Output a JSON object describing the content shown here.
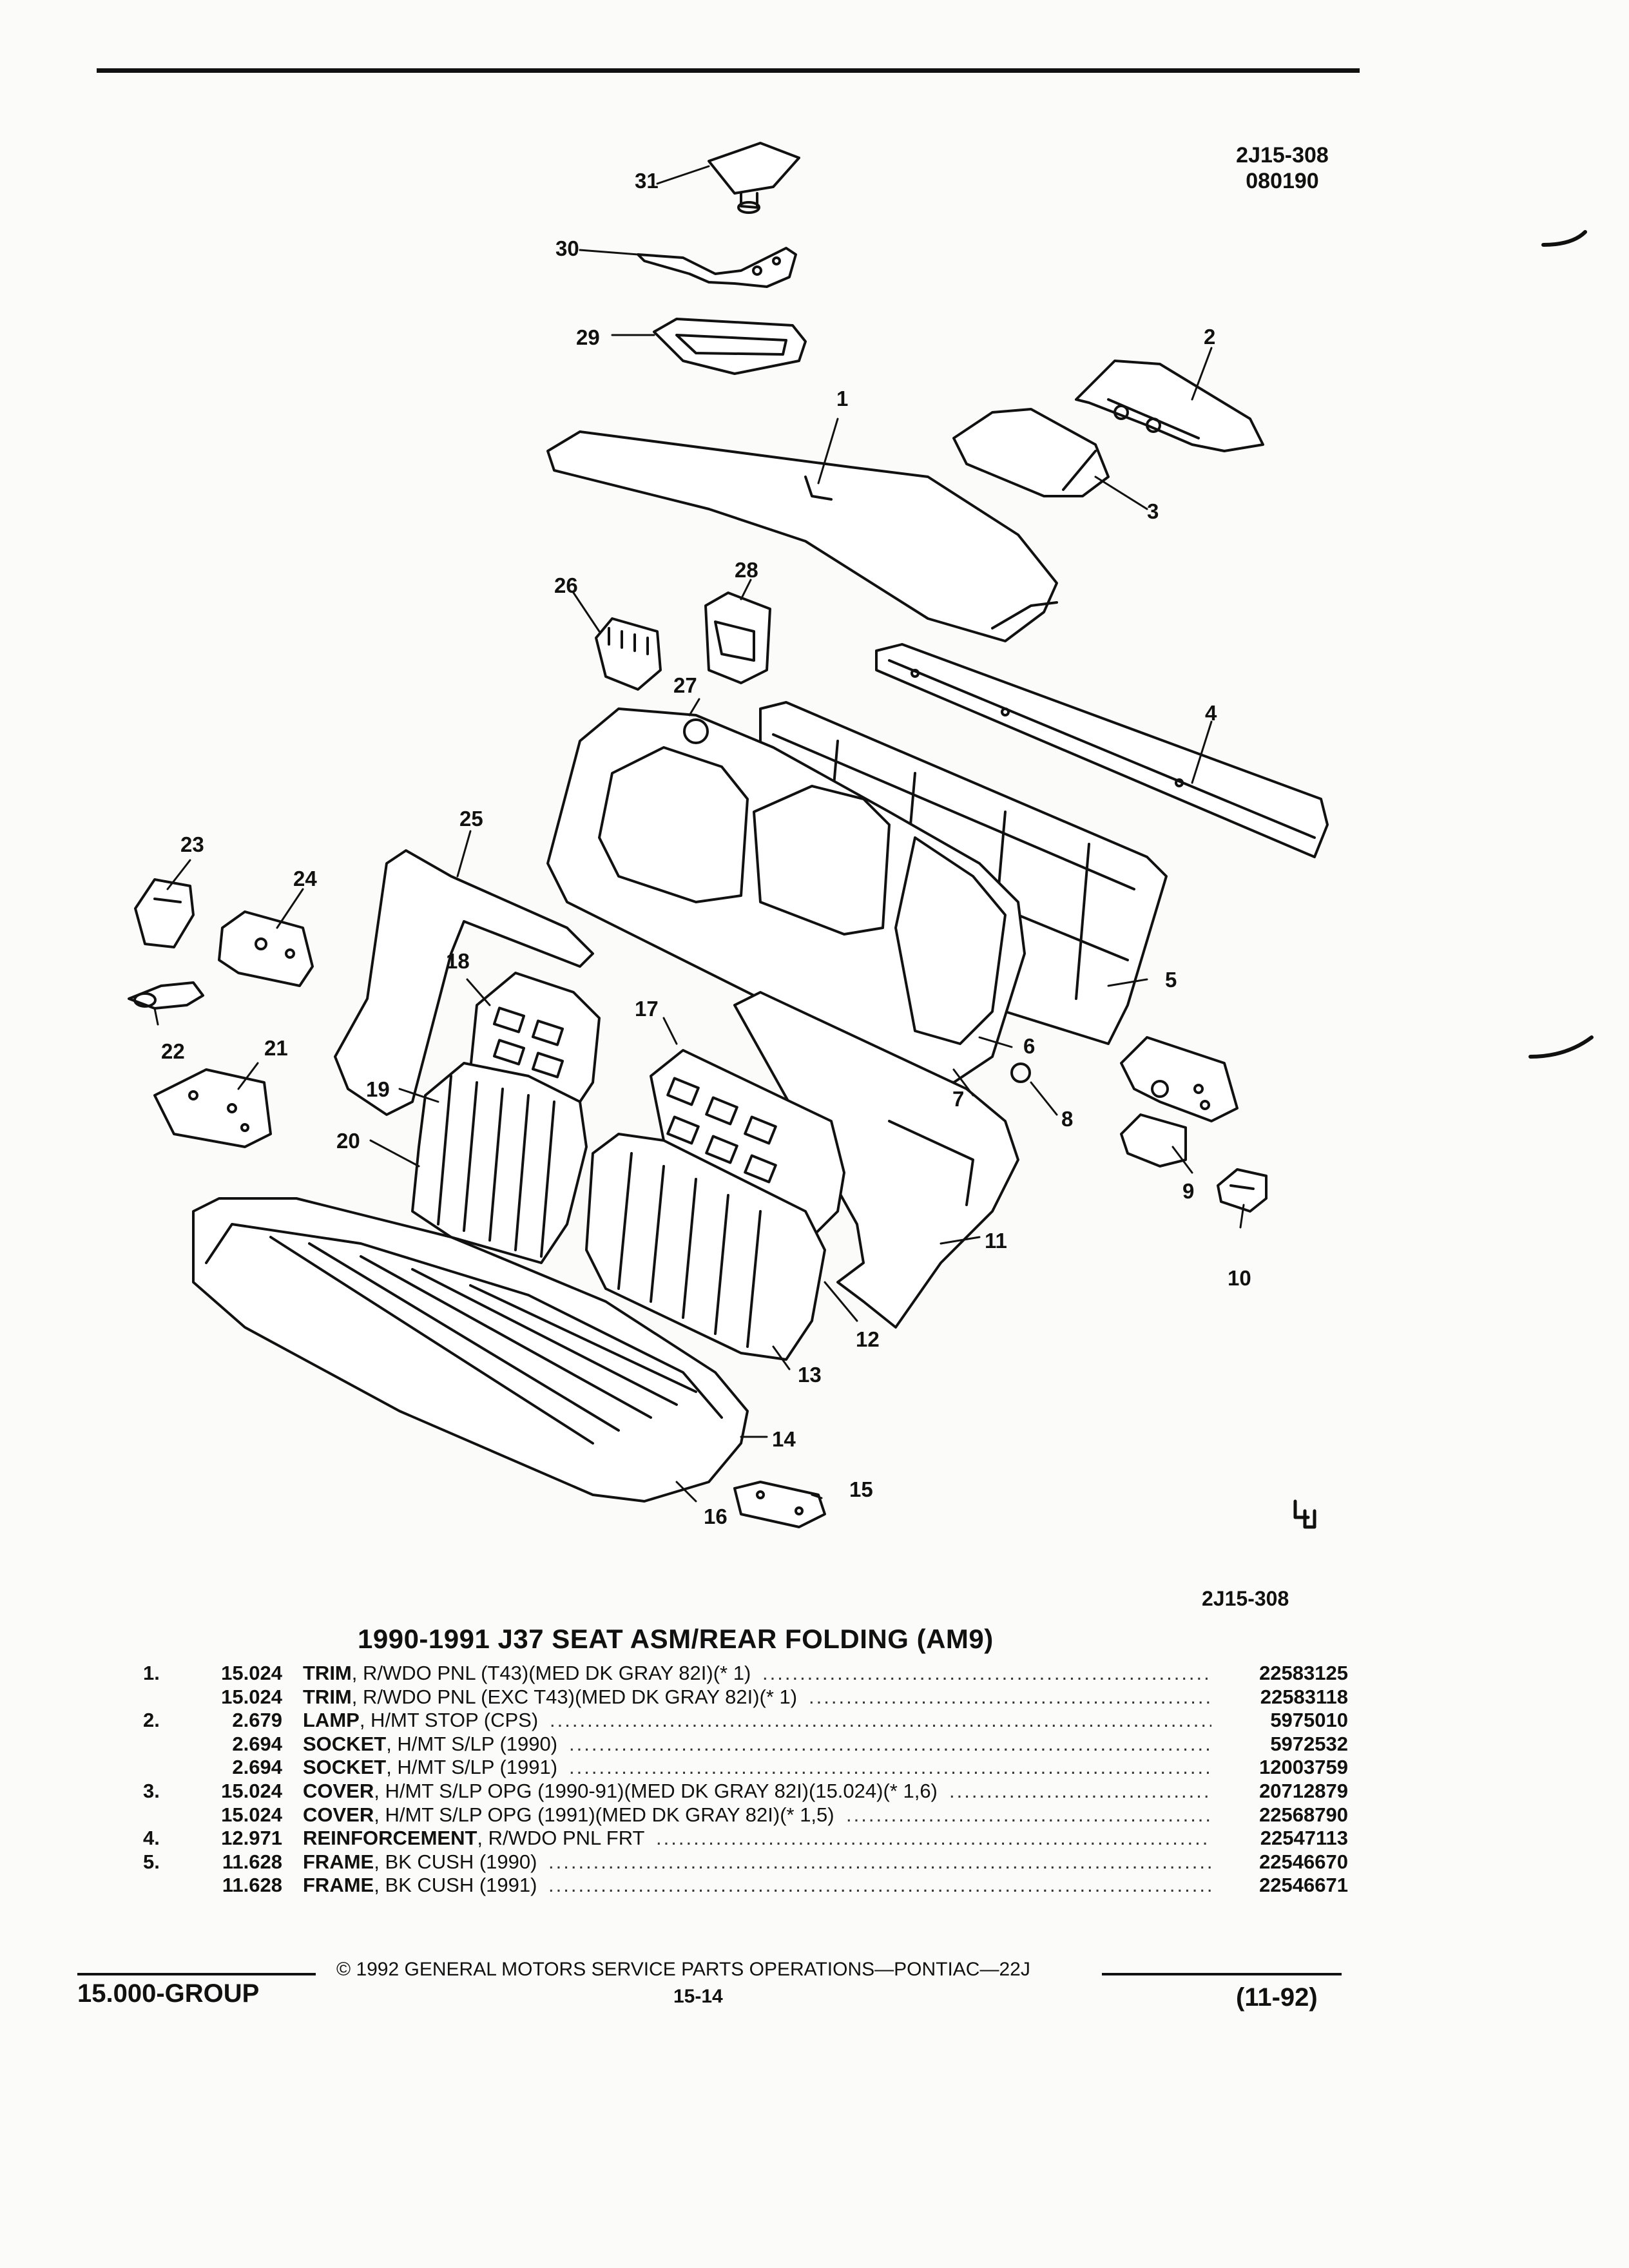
{
  "header": {
    "drawing_code": "2J15-308",
    "drawing_date": "080190"
  },
  "diagram": {
    "bottom_code": "2J15-308",
    "callouts": [
      "1",
      "2",
      "3",
      "4",
      "5",
      "6",
      "7",
      "8",
      "9",
      "10",
      "11",
      "12",
      "13",
      "14",
      "15",
      "16",
      "17",
      "18",
      "19",
      "20",
      "21",
      "22",
      "23",
      "24",
      "25",
      "26",
      "27",
      "28",
      "29",
      "30",
      "31"
    ]
  },
  "section": {
    "title": "1990-1991 J37 SEAT ASM/REAR FOLDING (AM9)"
  },
  "parts": [
    {
      "num": "1.",
      "group": "15.024",
      "name": "TRIM",
      "desc": ", R/WDO PNL (T43)(MED DK GRAY 82I)(* 1)",
      "part": "22583125"
    },
    {
      "num": "",
      "group": "15.024",
      "name": "TRIM",
      "desc": ", R/WDO PNL (EXC T43)(MED DK GRAY 82I)(* 1)",
      "part": "22583118"
    },
    {
      "num": "2.",
      "group": "2.679",
      "name": "LAMP",
      "desc": ", H/MT STOP (CPS)",
      "part": "5975010"
    },
    {
      "num": "",
      "group": "2.694",
      "name": "SOCKET",
      "desc": ", H/MT S/LP (1990)",
      "part": "5972532"
    },
    {
      "num": "",
      "group": "2.694",
      "name": "SOCKET",
      "desc": ", H/MT S/LP (1991)",
      "part": "12003759"
    },
    {
      "num": "3.",
      "group": "15.024",
      "name": "COVER",
      "desc": ", H/MT S/LP OPG (1990-91)(MED DK GRAY 82I)(15.024)(* 1,6)",
      "part": "20712879"
    },
    {
      "num": "",
      "group": "15.024",
      "name": "COVER",
      "desc": ", H/MT S/LP OPG (1991)(MED DK GRAY 82I)(* 1,5)",
      "part": "22568790"
    },
    {
      "num": "4.",
      "group": "12.971",
      "name": "REINFORCEMENT",
      "desc": ", R/WDO PNL FRT",
      "part": "22547113"
    },
    {
      "num": "5.",
      "group": "11.628",
      "name": "FRAME",
      "desc": ", BK CUSH (1990)",
      "part": "22546670"
    },
    {
      "num": "",
      "group": "11.628",
      "name": "FRAME",
      "desc": ", BK CUSH (1991)",
      "part": "22546671"
    }
  ],
  "footer": {
    "copyright": "© 1992 GENERAL MOTORS SERVICE PARTS OPERATIONS—PONTIAC—22J",
    "group": "15.000-GROUP",
    "page": "15-14",
    "revision": "(11-92)"
  }
}
